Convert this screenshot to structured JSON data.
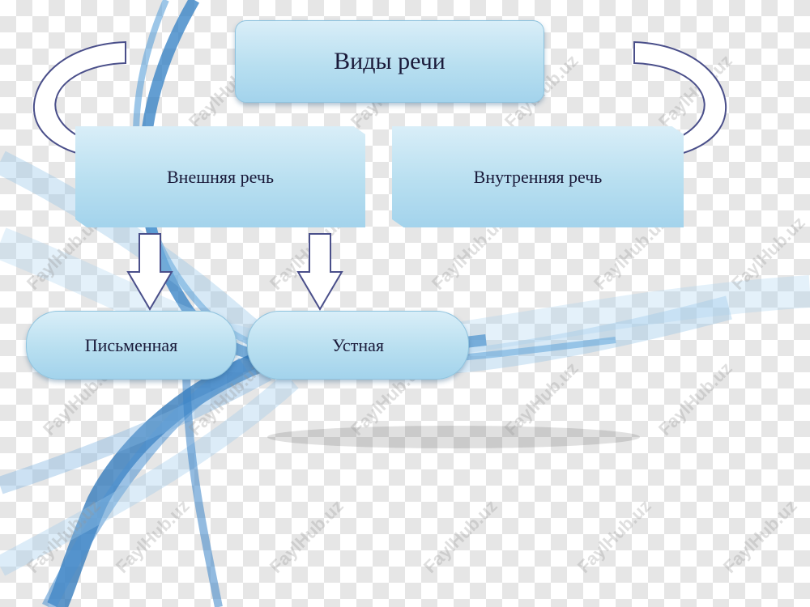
{
  "diagram": {
    "title": "Виды речи",
    "external_speech": "Внешняя речь",
    "internal_speech": "Внутренняя речь",
    "written": "Письменная",
    "oral": "Устная"
  },
  "watermark": {
    "text": "FaylHub.uz"
  },
  "colors": {
    "box_fill": "#b8dff0",
    "wave_blue": "#3a86c8",
    "text": "#1a1a3a"
  }
}
